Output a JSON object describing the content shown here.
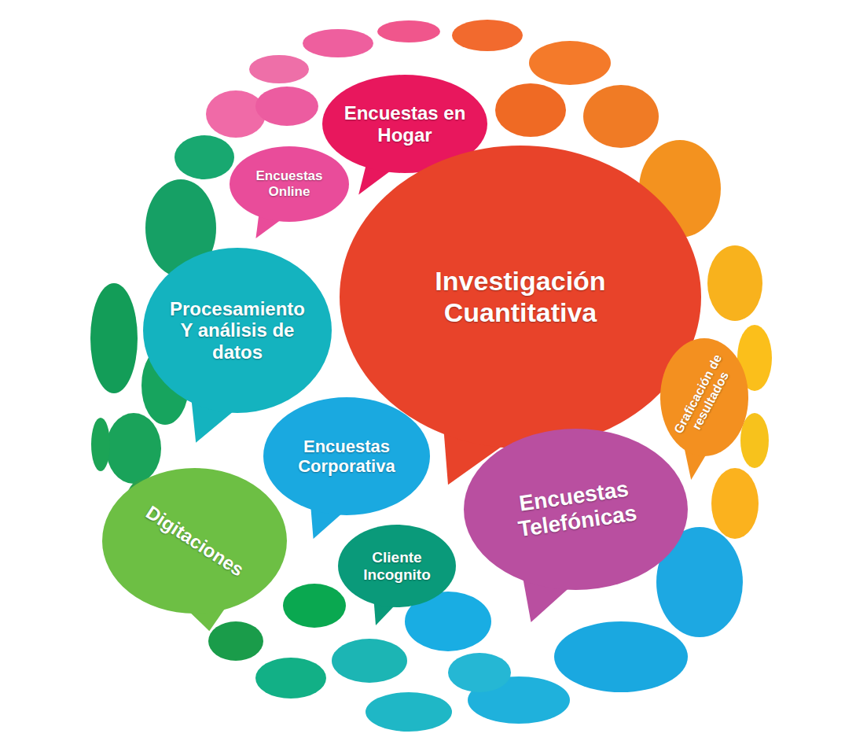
{
  "diagram": {
    "nodes": [
      {
        "text": [
          "Encuestas en Hogar"
        ]
      },
      {
        "text": [
          "Encuestas Online"
        ]
      },
      {
        "text": [
          "Investigación Cuantitativa"
        ]
      },
      {
        "text": [
          "Procesamiento Y análisis de datos"
        ]
      },
      {
        "text": [
          "Graficación de resultados"
        ]
      },
      {
        "text": [
          "Encuestas Corporativa"
        ]
      },
      {
        "text": [
          "Encuestas Telefónicas"
        ]
      },
      {
        "text": [
          "Digitaciones"
        ]
      },
      {
        "text": [
          "Cliente Incognito"
        ]
      }
    ]
  }
}
